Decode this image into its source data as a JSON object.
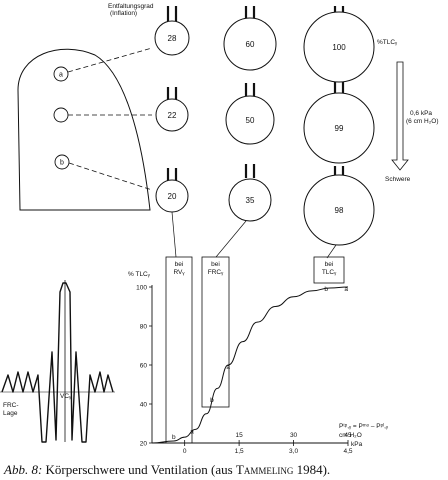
{
  "inflation_label": [
    "Entfaltungsgrad",
    "(Inflation)"
  ],
  "lung_markers": [
    "a",
    "b"
  ],
  "alveoli_rows": [
    {
      "marker": "a",
      "values": [
        "28",
        "60",
        "100"
      ]
    },
    {
      "marker": "",
      "values": [
        "22",
        "50",
        "99"
      ]
    },
    {
      "marker": "b",
      "values": [
        "20",
        "35",
        "98"
      ]
    }
  ],
  "gravity_scale": {
    "unit": "%TLCᵧ",
    "pressure_line1": "0,6 kPa",
    "pressure_line2": "(6 cm H₂O)",
    "gravity_label": "Schwere"
  },
  "volume_trace": {
    "frc_label_line1": "FRC-",
    "frc_label_line2": "Lage",
    "vc_label": "VCᵧ"
  },
  "chart_data": {
    "type": "line",
    "ylabel": "% TLCᵧ",
    "y_ticks": [
      "20",
      "40",
      "60",
      "80",
      "100"
    ],
    "x_ticks_kpa": [
      "0",
      "1,5",
      "3,0",
      "4,5"
    ],
    "x_unit_kpa": "kPa",
    "x_ticks_cmh2o": [
      "15",
      "30",
      "45"
    ],
    "x_unit_cmh2o": "cm H₂O",
    "x_formula": "Pᵗᵖ,ᵧ = Pᵐᵒ – Pᵖˡ,ᵧ",
    "xlim_kpa": [
      -0.9,
      4.5
    ],
    "ylim": [
      20,
      100
    ],
    "series": [
      {
        "x": [
          -0.9,
          -0.3,
          0,
          0.3,
          0.6,
          0.9,
          1.2,
          1.6,
          2.0,
          2.5,
          3.0,
          3.5,
          4.0,
          4.5
        ],
        "y": [
          20,
          21,
          23,
          27,
          35,
          48,
          60,
          72,
          82,
          90,
          95,
          98,
          99.5,
          100
        ]
      }
    ],
    "points": [
      {
        "label": "b",
        "x": -0.3,
        "y": 22
      },
      {
        "label": "a",
        "x": 0.2,
        "y": 25
      },
      {
        "label": "b",
        "x": 0.75,
        "y": 41
      },
      {
        "label": "a",
        "x": 1.2,
        "y": 58
      },
      {
        "label": "b",
        "x": 3.9,
        "y": 98
      },
      {
        "label": "a",
        "x": 4.45,
        "y": 98
      }
    ],
    "annotations": [
      {
        "line1": "bei",
        "line2": "RVᵧ"
      },
      {
        "line1": "bei",
        "line2": "FRCᵧ"
      },
      {
        "line1": "bei",
        "line2": "TLCᵧ"
      }
    ]
  },
  "caption": {
    "label": "Abb. 8:",
    "text": " Körperschwere und Ventilation (aus ",
    "author": "Tammeling",
    "year": " 1984)."
  }
}
